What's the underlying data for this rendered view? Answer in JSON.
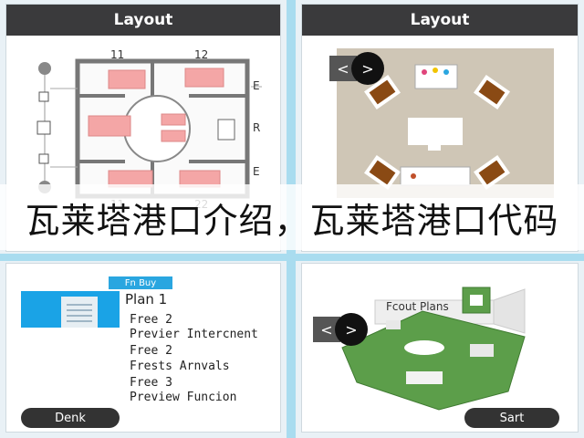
{
  "panels": {
    "top_left": {
      "header": "Layout",
      "rooms": {
        "top_left": "11",
        "top_right": "12",
        "bottom_left": "11",
        "bottom_right": "22"
      },
      "side_labels": [
        "E",
        "R",
        "E"
      ]
    },
    "top_right": {
      "header": "Layout",
      "nav": {
        "prev": "<",
        "next": ">"
      }
    },
    "bottom_left": {
      "tag": "Fn Buy",
      "plan_title": "Plan 1",
      "items": [
        "Free 2",
        "Previer Intercnent",
        "Free 2",
        "Frests Arnvals",
        "Free 3",
        "Preview Funcion"
      ],
      "button": "Denk"
    },
    "bottom_right": {
      "title": "Fcout Plans",
      "nav": {
        "prev": "<",
        "next": ">"
      },
      "button": "Sart"
    }
  },
  "banner": {
    "text": "瓦莱塔港口介绍，瓦莱塔港口代码"
  },
  "colors": {
    "header_bg": "#3a3a3c",
    "divider": "#a9dcef",
    "room_fill": "#f4a6a6",
    "floor_green": "#5c9e4a",
    "tan_floor": "#cfc6b6",
    "chair_brown": "#8a4a14"
  }
}
